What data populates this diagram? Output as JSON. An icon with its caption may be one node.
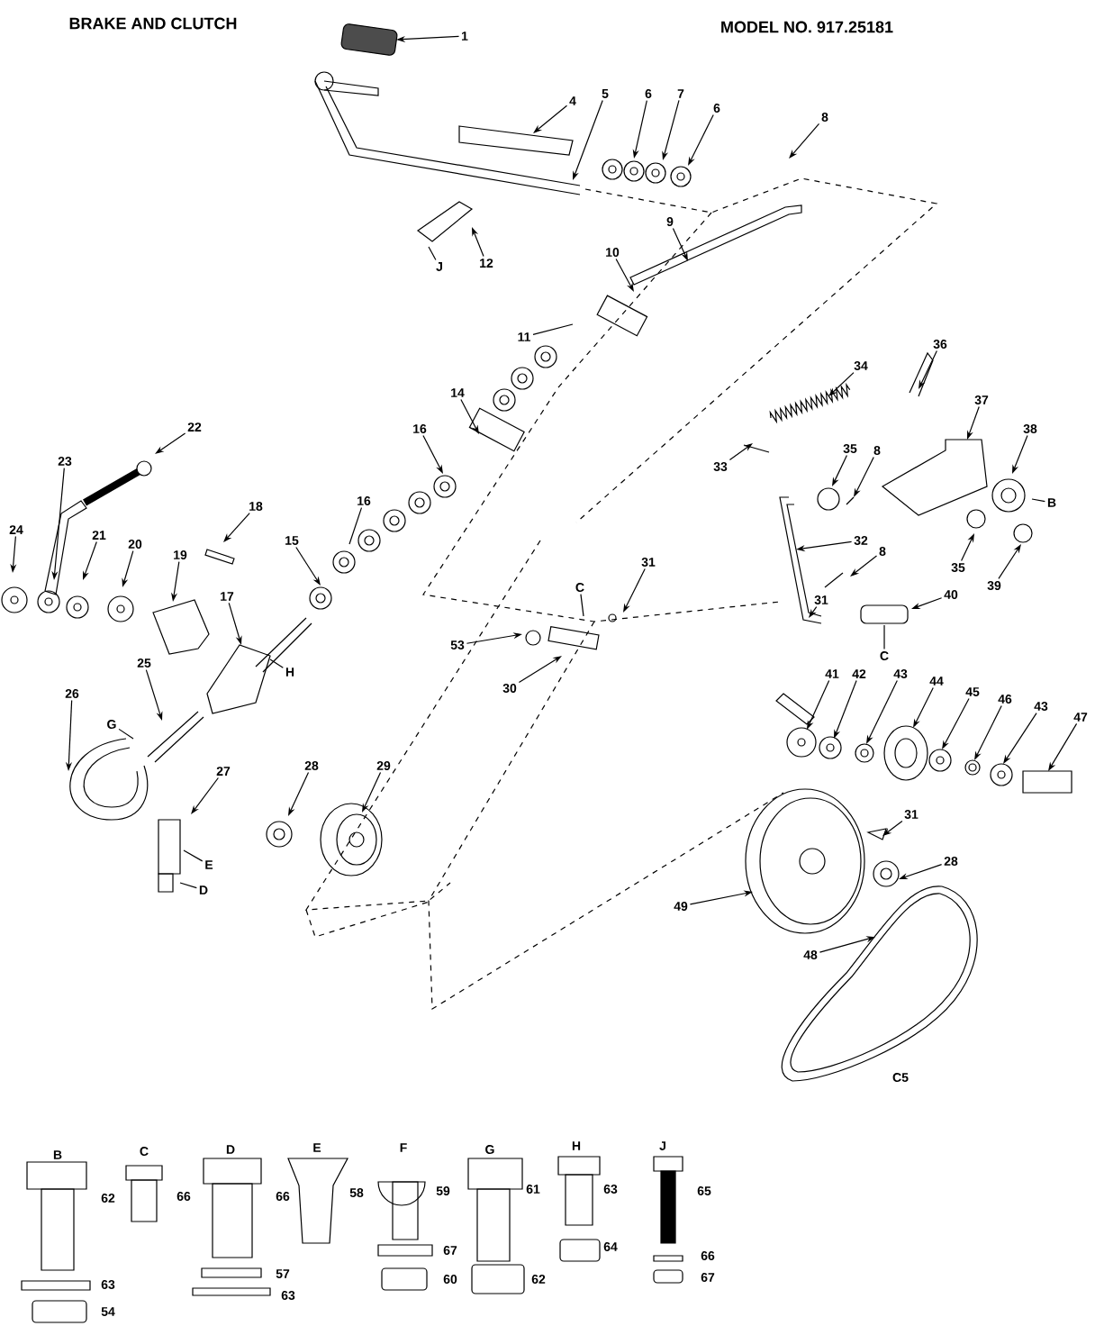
{
  "diagram": {
    "title": "BRAKE AND CLUTCH",
    "nodes": [
      {
        "text": [
          "1"
        ]
      },
      {
        "text": [
          "4"
        ]
      },
      {
        "text": [
          "5"
        ]
      },
      {
        "text": [
          "6"
        ]
      },
      {
        "text": [
          "7"
        ]
      },
      {
        "text": [
          "6"
        ]
      },
      {
        "text": [
          "8"
        ]
      },
      {
        "text": [
          "9"
        ]
      },
      {
        "text": [
          "10"
        ]
      },
      {
        "text": [
          "11"
        ]
      },
      {
        "text": [
          "12"
        ]
      },
      {
        "text": [
          "J"
        ]
      },
      {
        "text": [
          "22"
        ]
      },
      {
        "text": [
          "23"
        ]
      },
      {
        "text": [
          "24"
        ]
      },
      {
        "text": [
          "21"
        ]
      },
      {
        "text": [
          "20"
        ]
      },
      {
        "text": [
          "19"
        ]
      },
      {
        "text": [
          "18"
        ]
      },
      {
        "text": [
          "17"
        ]
      },
      {
        "text": [
          "H"
        ]
      },
      {
        "text": [
          "15"
        ]
      },
      {
        "text": [
          "16"
        ]
      },
      {
        "text": [
          "16"
        ]
      },
      {
        "text": [
          "14"
        ]
      },
      {
        "text": [
          "25"
        ]
      },
      {
        "text": [
          "26"
        ]
      },
      {
        "text": [
          "G"
        ]
      },
      {
        "text": [
          "27"
        ]
      },
      {
        "text": [
          "E"
        ]
      },
      {
        "text": [
          "D"
        ]
      },
      {
        "text": [
          "28"
        ]
      },
      {
        "text": [
          "29"
        ]
      },
      {
        "text": [
          "53"
        ]
      },
      {
        "text": [
          "30"
        ]
      },
      {
        "text": [
          "C"
        ]
      },
      {
        "text": [
          "31"
        ]
      },
      {
        "text": [
          "34"
        ]
      },
      {
        "text": [
          "36"
        ]
      },
      {
        "text": [
          "37"
        ]
      },
      {
        "text": [
          "38"
        ]
      },
      {
        "text": [
          "B"
        ]
      },
      {
        "text": [
          "33"
        ]
      },
      {
        "text": [
          "35"
        ]
      },
      {
        "text": [
          "8"
        ]
      },
      {
        "text": [
          "32"
        ]
      },
      {
        "text": [
          "8"
        ]
      },
      {
        "text": [
          "35"
        ]
      },
      {
        "text": [
          "39"
        ]
      },
      {
        "text": [
          "31"
        ]
      },
      {
        "text": [
          "40"
        ]
      },
      {
        "text": [
          "C"
        ]
      },
      {
        "text": [
          "41"
        ]
      },
      {
        "text": [
          "42"
        ]
      },
      {
        "text": [
          "43"
        ]
      },
      {
        "text": [
          "44"
        ]
      },
      {
        "text": [
          "45"
        ]
      },
      {
        "text": [
          "46"
        ]
      },
      {
        "text": [
          "43"
        ]
      },
      {
        "text": [
          "47"
        ]
      },
      {
        "text": [
          "31"
        ]
      },
      {
        "text": [
          "28"
        ]
      },
      {
        "text": [
          "49"
        ]
      },
      {
        "text": [
          "48"
        ]
      }
    ],
    "edges": [
      {
        "from": 0,
        "to": null,
        "arrow": "to"
      },
      {
        "from": 1,
        "to": null,
        "arrow": "to"
      },
      {
        "from": 2,
        "to": null,
        "arrow": "to"
      },
      {
        "from": 3,
        "to": null,
        "arrow": "to"
      },
      {
        "from": 4,
        "to": null,
        "arrow": "to"
      },
      {
        "from": 5,
        "to": null,
        "arrow": "to"
      },
      {
        "from": 6,
        "to": null,
        "arrow": "to"
      },
      {
        "from": 7,
        "to": null,
        "arrow": "to"
      },
      {
        "from": 8,
        "to": null,
        "arrow": "to"
      },
      {
        "from": 9,
        "to": null,
        "arrow": "none"
      },
      {
        "from": 10,
        "to": null,
        "arrow": "to"
      },
      {
        "from": 11,
        "to": null,
        "arrow": "none"
      },
      {
        "from": 12,
        "to": null,
        "arrow": "to"
      },
      {
        "from": 13,
        "to": null,
        "arrow": "to"
      },
      {
        "from": 14,
        "to": null,
        "arrow": "to"
      },
      {
        "from": 15,
        "to": null,
        "arrow": "to"
      },
      {
        "from": 16,
        "to": null,
        "arrow": "to"
      },
      {
        "from": 17,
        "to": null,
        "arrow": "to"
      },
      {
        "from": 18,
        "to": null,
        "arrow": "to"
      },
      {
        "from": 19,
        "to": null,
        "arrow": "to"
      },
      {
        "from": 20,
        "to": null,
        "arrow": "none"
      },
      {
        "from": 21,
        "to": null,
        "arrow": "to"
      },
      {
        "from": 22,
        "to": null,
        "arrow": "none"
      },
      {
        "from": 23,
        "to": null,
        "arrow": "to"
      },
      {
        "from": 24,
        "to": null,
        "arrow": "to"
      },
      {
        "from": 25,
        "to": null,
        "arrow": "to"
      },
      {
        "from": 26,
        "to": null,
        "arrow": "to"
      },
      {
        "from": 27,
        "to": null,
        "arrow": "none"
      },
      {
        "from": 28,
        "to": null,
        "arrow": "to"
      },
      {
        "from": 29,
        "to": null,
        "arrow": "none"
      },
      {
        "from": 30,
        "to": null,
        "arrow": "none"
      },
      {
        "from": 31,
        "to": null,
        "arrow": "to"
      },
      {
        "from": 32,
        "to": null,
        "arrow": "to"
      },
      {
        "from": 33,
        "to": null,
        "arrow": "to"
      },
      {
        "from": 34,
        "to": null,
        "arrow": "to"
      },
      {
        "from": 35,
        "to": null,
        "arrow": "none"
      },
      {
        "from": 36,
        "to": null,
        "arrow": "to"
      },
      {
        "from": 37,
        "to": null,
        "arrow": "to"
      },
      {
        "from": 38,
        "to": null,
        "arrow": "to"
      },
      {
        "from": 39,
        "to": null,
        "arrow": "to"
      },
      {
        "from": 40,
        "to": null,
        "arrow": "to"
      },
      {
        "from": 41,
        "to": null,
        "arrow": "none"
      },
      {
        "from": 42,
        "to": null,
        "arrow": "to"
      },
      {
        "from": 43,
        "to": null,
        "arrow": "to"
      },
      {
        "from": 44,
        "to": null,
        "arrow": "to"
      },
      {
        "from": 45,
        "to": null,
        "arrow": "to"
      },
      {
        "from": 46,
        "to": null,
        "arrow": "to"
      },
      {
        "from": 47,
        "to": null,
        "arrow": "to"
      },
      {
        "from": 48,
        "to": null,
        "arrow": "to"
      },
      {
        "from": 49,
        "to": null,
        "arrow": "to"
      },
      {
        "from": 50,
        "to": null,
        "arrow": "to"
      },
      {
        "from": 51,
        "to": null,
        "arrow": "none"
      },
      {
        "from": 52,
        "to": null,
        "arrow": "to"
      },
      {
        "from": 53,
        "to": null,
        "arrow": "to"
      },
      {
        "from": 54,
        "to": null,
        "arrow": "to"
      },
      {
        "from": 55,
        "to": null,
        "arrow": "to"
      },
      {
        "from": 56,
        "to": null,
        "arrow": "to"
      },
      {
        "from": 57,
        "to": null,
        "arrow": "to"
      },
      {
        "from": 58,
        "to": null,
        "arrow": "to"
      },
      {
        "from": 59,
        "to": null,
        "arrow": "to"
      },
      {
        "from": 60,
        "to": null,
        "arrow": "to"
      },
      {
        "from": 61,
        "to": null,
        "arrow": "to"
      },
      {
        "from": 62,
        "to": null,
        "arrow": "to"
      },
      {
        "from": 63,
        "to": null,
        "arrow": "to"
      }
    ],
    "labels": [
      "MODEL NO. 917.25181",
      "C5",
      "B",
      "C",
      "D",
      "E",
      "F",
      "G",
      "H",
      "J",
      "62",
      "66",
      "66",
      "58",
      "59",
      "61",
      "63",
      "65",
      "64",
      "67",
      "66",
      "62",
      "57",
      "60",
      "67",
      "63",
      "63",
      "54"
    ]
  }
}
